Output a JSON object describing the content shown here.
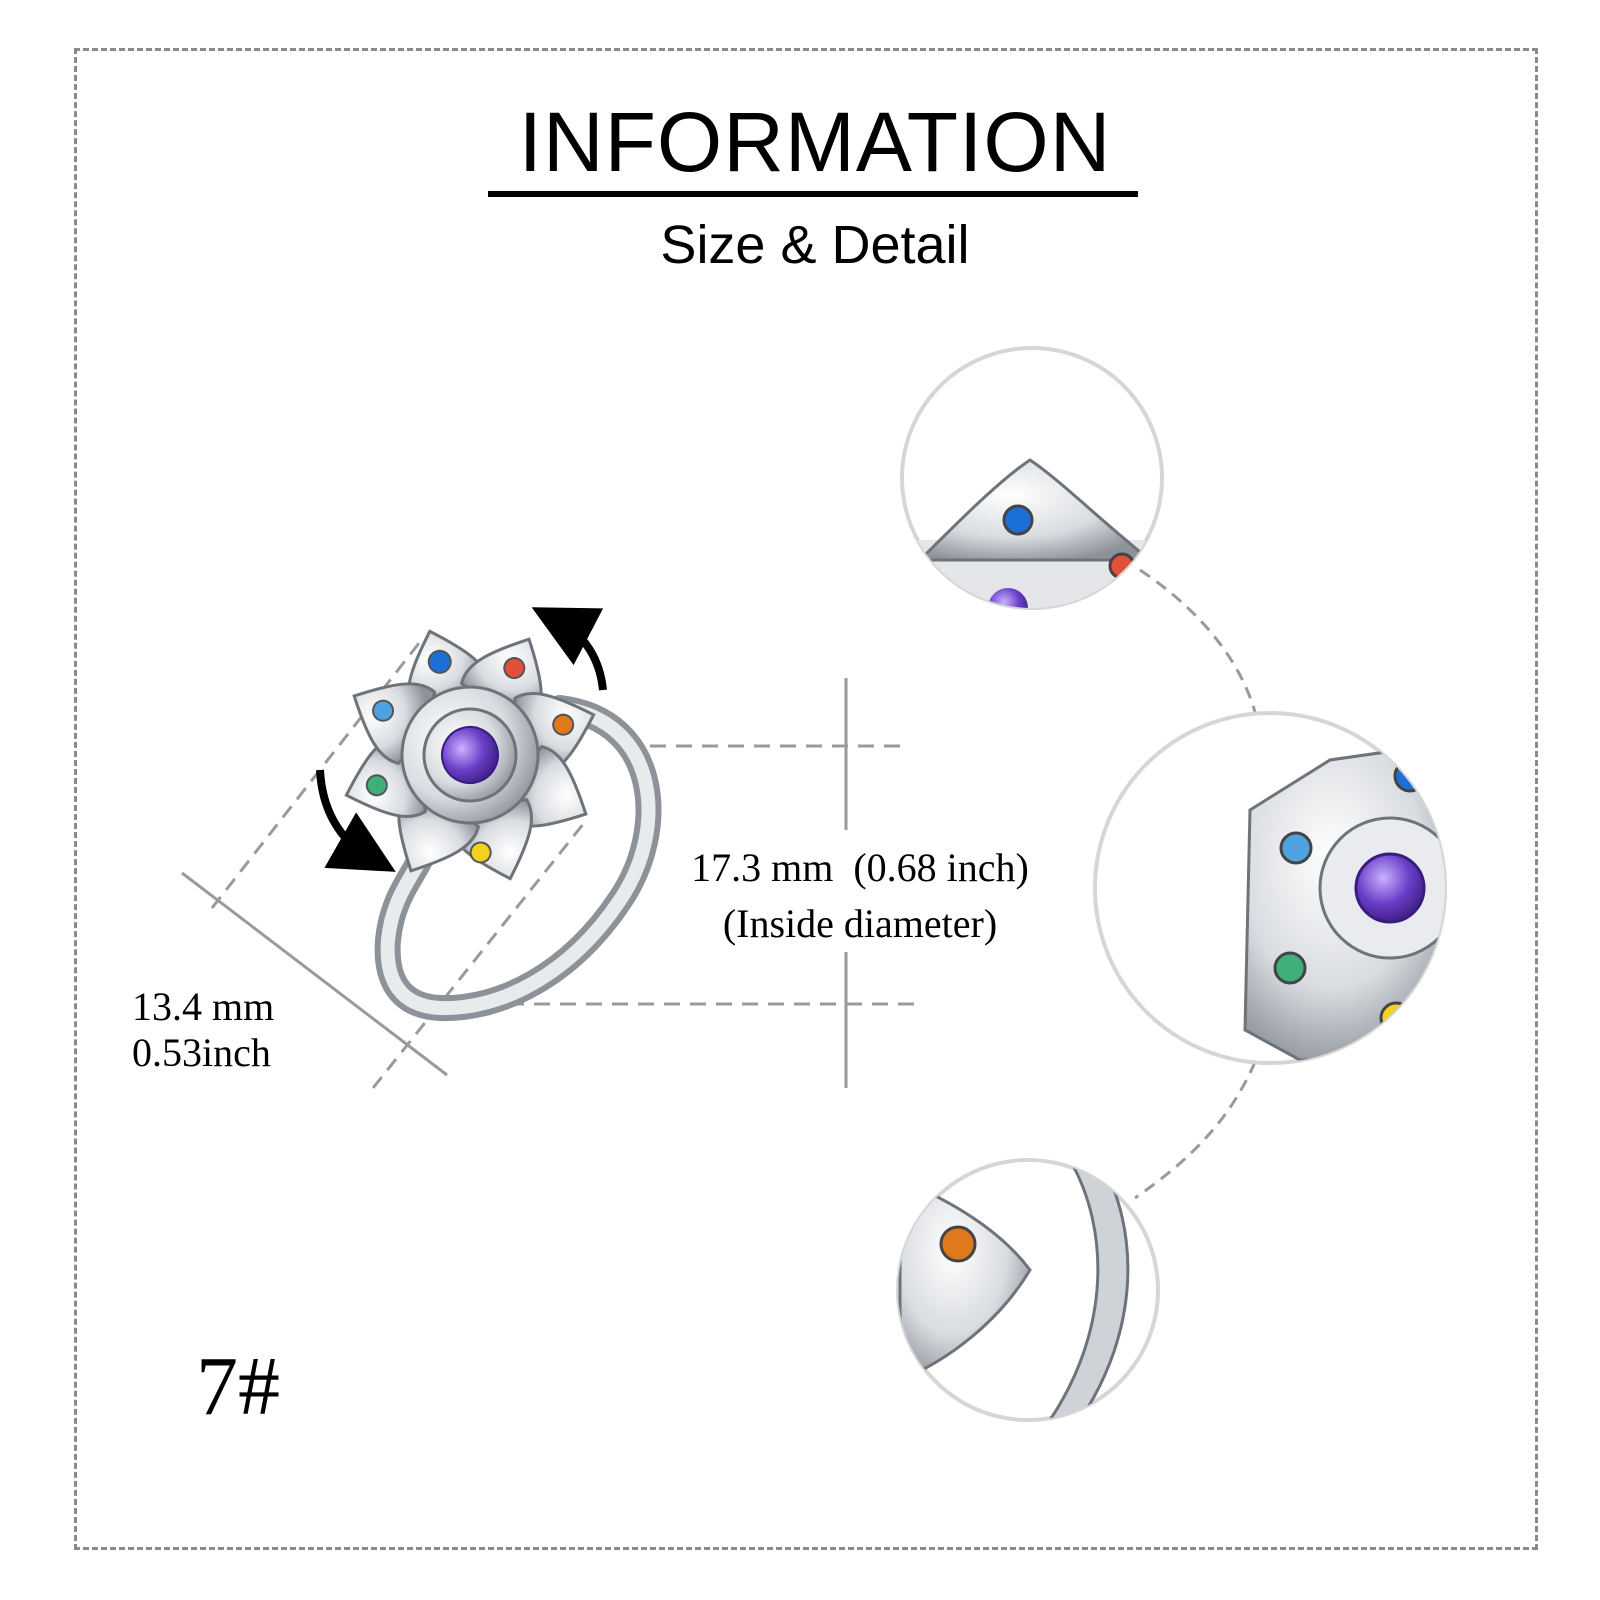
{
  "header": {
    "title": "INFORMATION",
    "subtitle": "Size & Detail"
  },
  "dimensions": {
    "width_mm": "13.4 mm",
    "width_inch": "0.53inch",
    "inside_diameter_value": "17.3 mm  (0.68 inch)",
    "inside_diameter_label": "(Inside diameter)"
  },
  "ring_size": "7#",
  "colors": {
    "frame": "#8a8a8a",
    "silver": "#c9cdd2",
    "silver_dark": "#6e737a",
    "amethyst": "#6a3fc8",
    "stone_blue": "#1c6fd6",
    "stone_skyblue": "#4fa2e0",
    "stone_red": "#e0503a",
    "stone_orange": "#e0781c",
    "stone_yellow": "#f2d21e",
    "stone_green": "#3fb07a"
  }
}
